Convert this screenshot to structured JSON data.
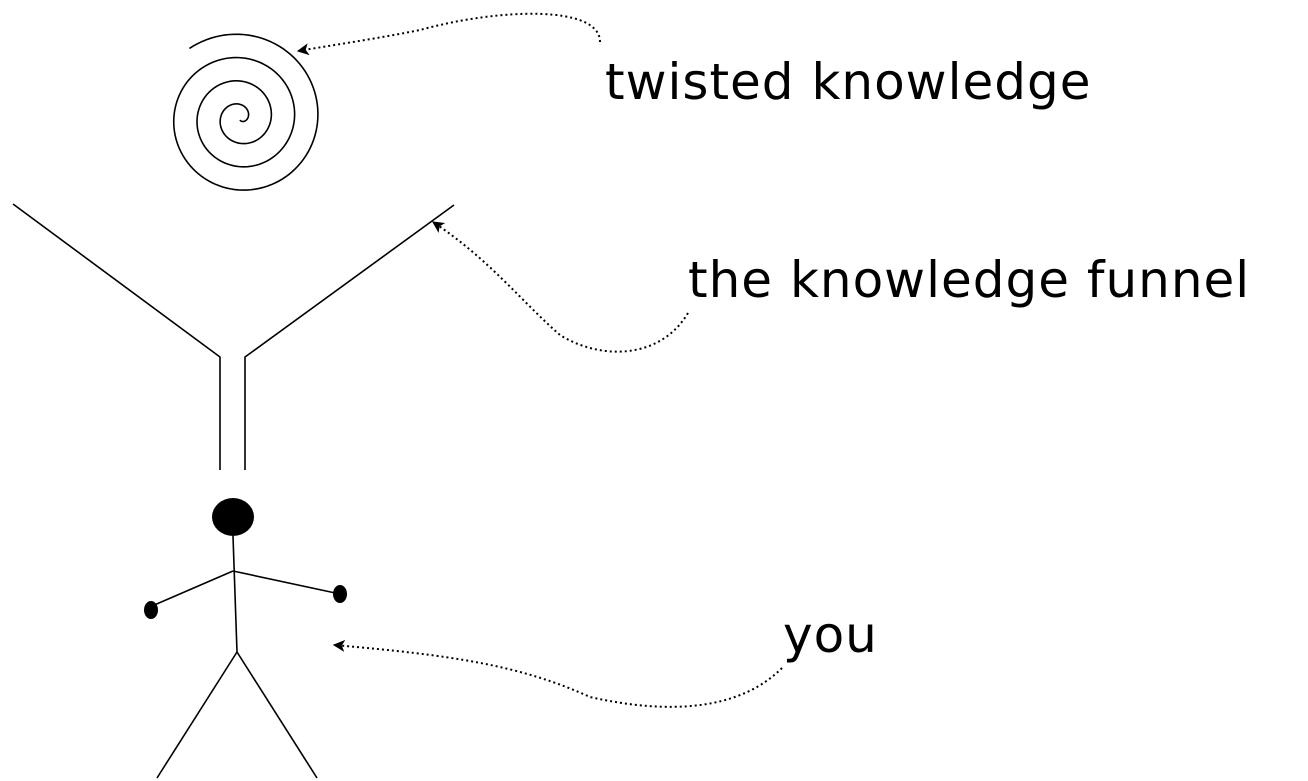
{
  "labels": {
    "twisted_knowledge": "twisted knowledge",
    "knowledge_funnel": "the knowledge funnel",
    "you": "you"
  },
  "colors": {
    "ink": "#000000",
    "background": "#ffffff"
  },
  "icons": {
    "spiral": "spiral-icon",
    "funnel": "funnel-shape",
    "person": "stick-figure-icon",
    "arrowhead": "arrowhead-icon"
  }
}
